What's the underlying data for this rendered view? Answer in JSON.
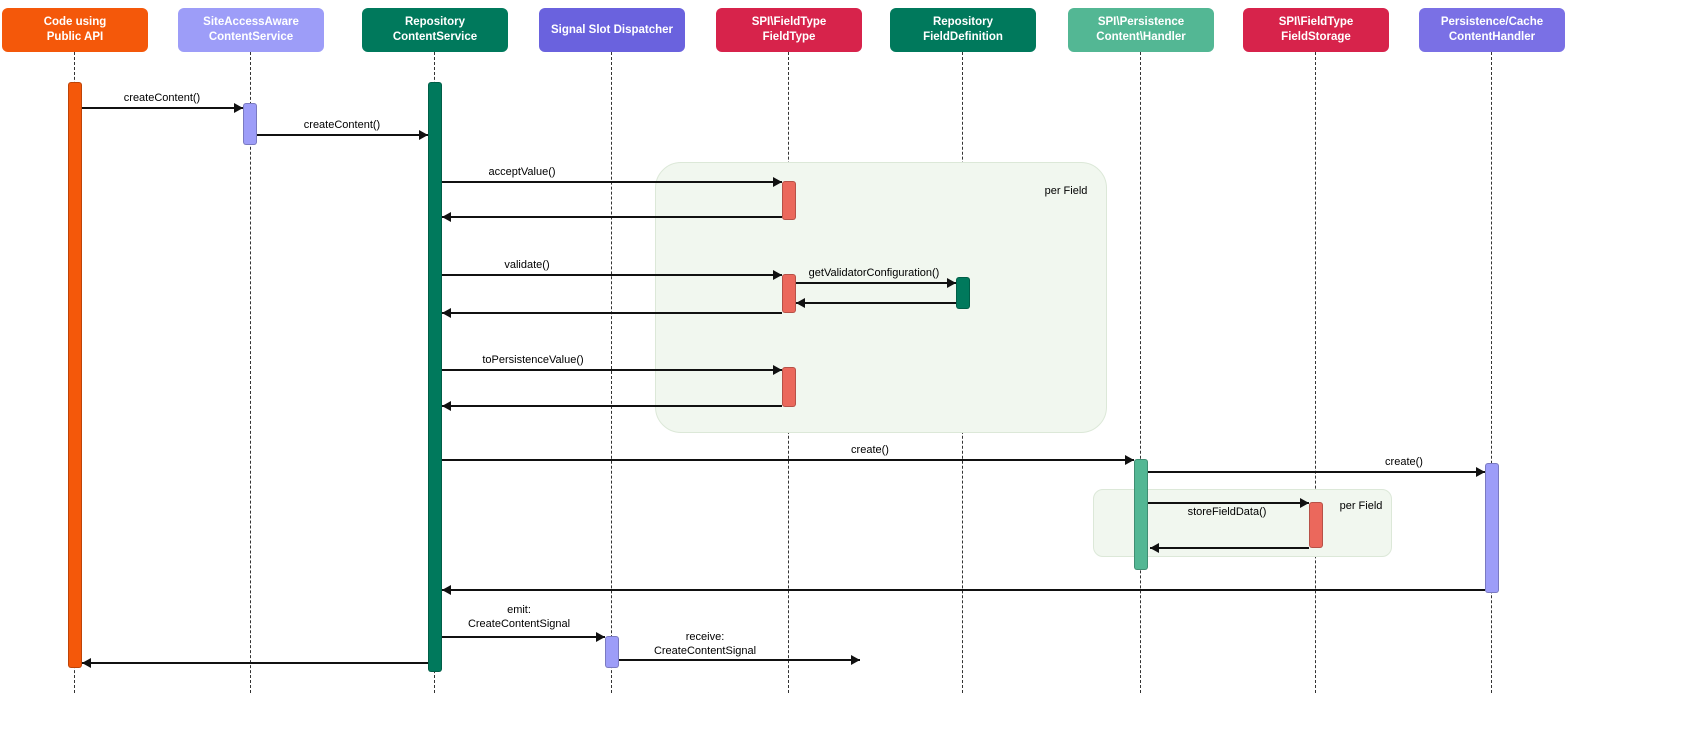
{
  "diagram": {
    "type": "uml-sequence"
  },
  "participants": [
    {
      "line1": "Code using",
      "line2": "Public API",
      "color": "#F4580A"
    },
    {
      "line1": "SiteAccessAware",
      "line2": "ContentService",
      "color": "#9D9DF8"
    },
    {
      "line1": "Repository",
      "line2": "ContentService",
      "color": "#00795C"
    },
    {
      "line1": "Signal Slot Dispatcher",
      "line2": "",
      "color": "#6A62DE"
    },
    {
      "line1": "SPI\\FieldType",
      "line2": "FieldType",
      "color": "#D7234B"
    },
    {
      "line1": "Repository",
      "line2": "FieldDefinition",
      "color": "#00795C"
    },
    {
      "line1": "SPI\\Persistence",
      "line2": "Content\\Handler",
      "color": "#53B794"
    },
    {
      "line1": "SPI\\FieldType",
      "line2": "FieldStorage",
      "color": "#D7234B"
    },
    {
      "line1": "Persistence/Cache",
      "line2": "ContentHandler",
      "color": "#7A70E5"
    }
  ],
  "messages": {
    "create_content_1": "createContent()",
    "create_content_2": "createContent()",
    "accept_value": "acceptValue()",
    "validate": "validate()",
    "get_validator_configuration": "getValidatorConfiguration()",
    "to_persistence_value": "toPersistenceValue()",
    "create_spi": "create()",
    "create_cache": "create()",
    "store_field_data": "storeFieldData()",
    "emit_line1": "emit:",
    "emit_line2": "CreateContentSignal",
    "receive_line1": "receive:",
    "receive_line2": "CreateContentSignal"
  },
  "regions": {
    "outer_label": "per Field",
    "inner_label": "per Field"
  },
  "colors": {
    "api_activation": "#F4580A",
    "lavender_activation": "#9D9DF8",
    "green_activation": "#00795C",
    "salmon_activation": "#EB685C",
    "teal_activation": "#53B794",
    "region_fill": "#F1F7EF",
    "region_border": "#DCE8D8"
  }
}
